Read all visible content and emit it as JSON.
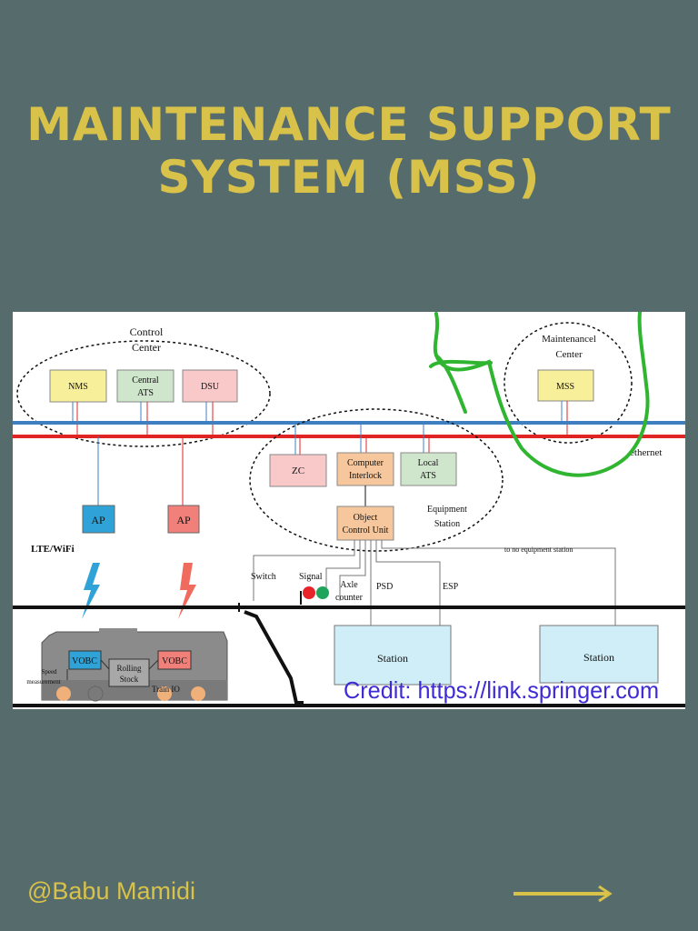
{
  "title": {
    "line1": "MAINTENANCE SUPPORT",
    "line2": "SYSTEM (MSS)"
  },
  "diagram": {
    "control_center": "Control Center",
    "nms": "NMS",
    "central_ats": "Central ATS",
    "dsu": "DSU",
    "maintenance_center": "Maintenancel Center",
    "mss": "MSS",
    "ethernet": "ethernet",
    "zc": "ZC",
    "computer_interlock": "Computer Interlock",
    "local_ats": "Local ATS",
    "ocu": "Object Control Unit",
    "equipment_station": "Equipment Station",
    "ap_left": "AP",
    "ap_right": "AP",
    "lte_wifi": "LTE/WiFi",
    "to_no_equipment_station": "to no equipment station",
    "switch": "Switch",
    "signal": "Signal",
    "axle_counter": "Axle counter",
    "psd": "PSD",
    "esp": "ESP",
    "station_left": "Station",
    "station_right": "Station",
    "vobc_left": "VOBC",
    "vobc_right": "VOBC",
    "rolling_stock": "Rolling Stock",
    "speed_measurement": "Speed measurement",
    "train_io": "Train IO",
    "credit": "Credit: https://link.springer.com"
  },
  "colors": {
    "background": "#566c6c",
    "title": "#d9c24a",
    "ethernet_blue": "#3d7fc0",
    "ethernet_red": "#e02424",
    "annotation_green": "#2fb52f"
  },
  "footer": {
    "author": "@Babu Mamidi",
    "next_icon": "right-arrow-icon"
  }
}
